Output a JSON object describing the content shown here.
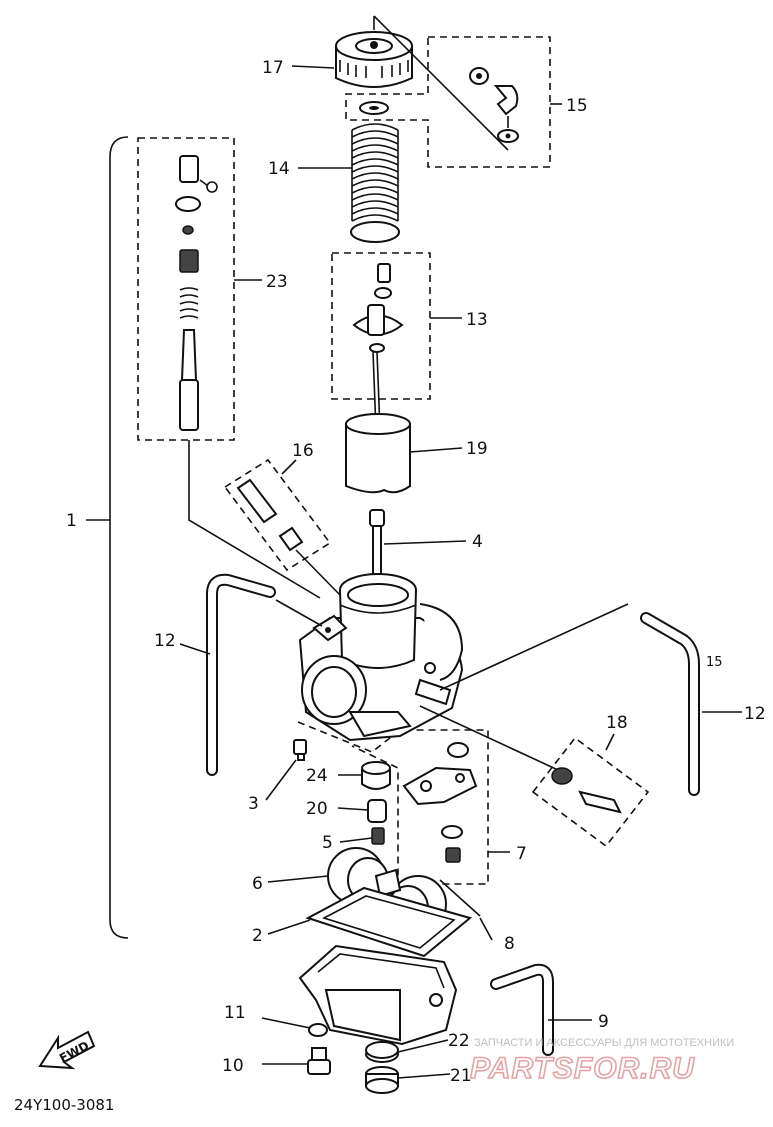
{
  "diagram_code": "24Y100-3081",
  "fwd_label": "FWD",
  "watermark": {
    "caption": "ЗАПЧАСТИ И АКСЕССУАРЫ ДЛЯ МОТОТЕХНИКИ",
    "logo_text": "PARTSFOR.RU"
  },
  "callouts": {
    "c1": "1",
    "c2": "2",
    "c3": "3",
    "c4": "4",
    "c5": "5",
    "c6": "6",
    "c7": "7",
    "c8": "8",
    "c9": "9",
    "c10": "10",
    "c11": "11",
    "c12a": "12",
    "c12b": "12",
    "c13": "13",
    "c14": "14",
    "c15a": "15",
    "c15b": "15",
    "c16": "16",
    "c17": "17",
    "c18": "18",
    "c19": "19",
    "c20": "20",
    "c21": "21",
    "c22": "22",
    "c23": "23",
    "c24": "24"
  }
}
